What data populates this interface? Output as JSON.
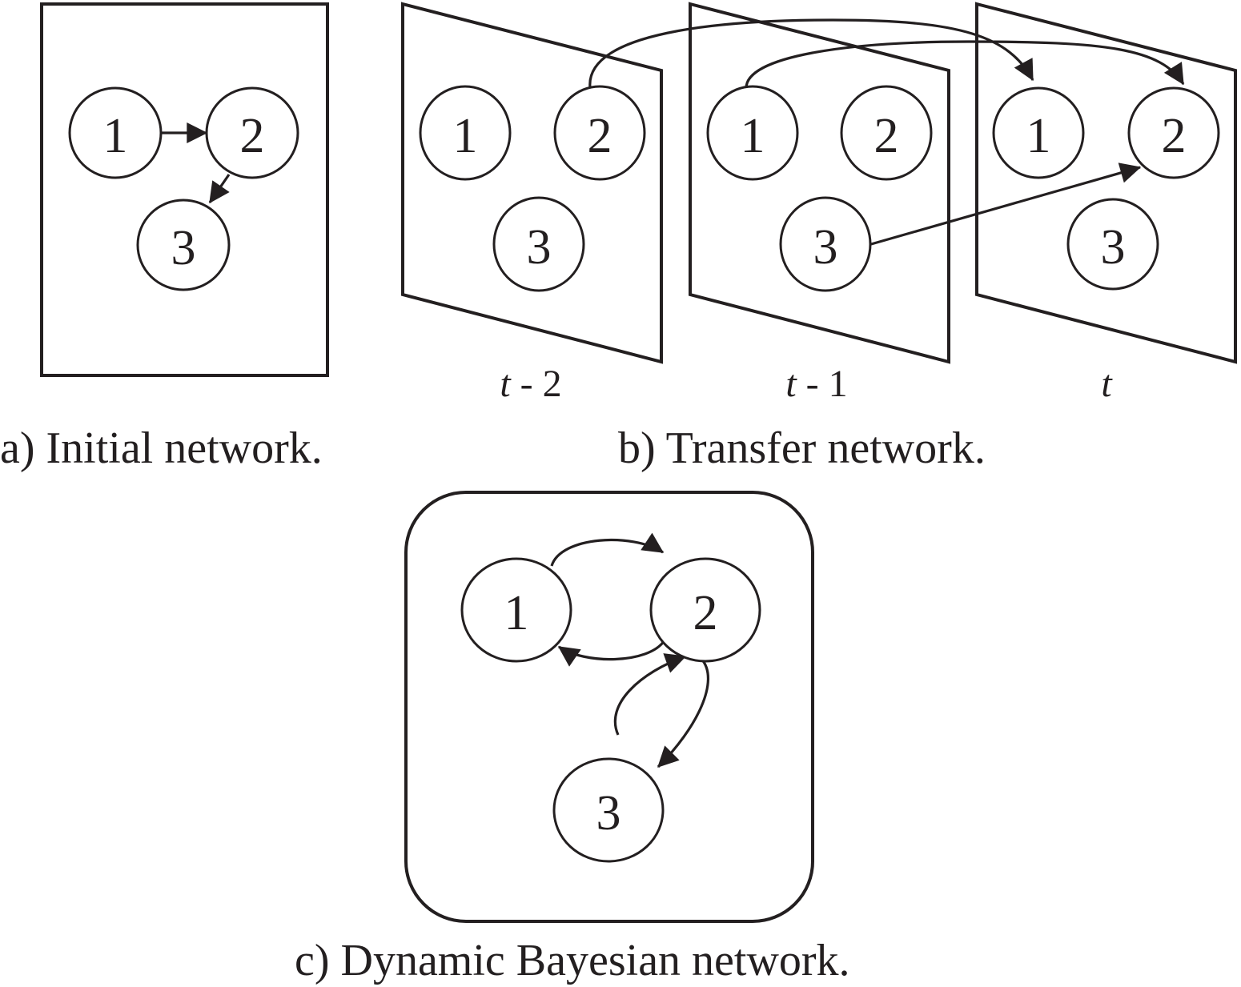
{
  "figure": {
    "panels": {
      "initial": {
        "caption": "a) Initial network.",
        "nodes": [
          "1",
          "2",
          "3"
        ],
        "edges": [
          {
            "from": "1",
            "to": "2"
          },
          {
            "from": "2",
            "to": "3"
          }
        ]
      },
      "transfer": {
        "caption": "b) Transfer network.",
        "slices": [
          {
            "t_var": "t",
            "t_suffix": " - 2",
            "nodes": [
              "1",
              "2",
              "3"
            ]
          },
          {
            "t_var": "t",
            "t_suffix": " - 1",
            "nodes": [
              "1",
              "2",
              "3"
            ]
          },
          {
            "t_var": "t",
            "t_suffix": "",
            "nodes": [
              "1",
              "2",
              "3"
            ]
          }
        ],
        "edges": [
          {
            "from": "2@t-2",
            "to": "1@t"
          },
          {
            "from": "1@t-1",
            "to": "2@t"
          },
          {
            "from": "3@t-1",
            "to": "2@t"
          }
        ]
      },
      "dbn": {
        "caption": "c) Dynamic Bayesian network.",
        "nodes": [
          "1",
          "2",
          "3"
        ],
        "edges": [
          {
            "from": "1",
            "to": "2"
          },
          {
            "from": "2",
            "to": "1"
          },
          {
            "from": "3",
            "to": "2"
          },
          {
            "from": "2",
            "to": "3"
          }
        ]
      }
    },
    "colors": {
      "ink": "#231f20",
      "background": "#ffffff"
    }
  }
}
